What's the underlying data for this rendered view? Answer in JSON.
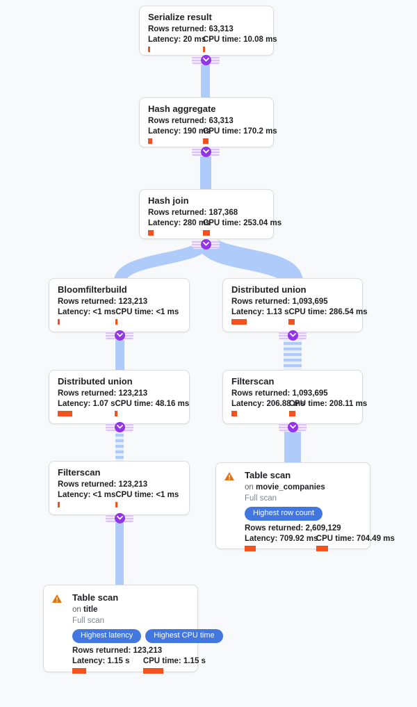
{
  "labels": {
    "rows_prefix": "Rows returned:",
    "latency_prefix": "Latency:",
    "cpu_prefix": "CPU time:",
    "on_prefix": "on",
    "full_scan": "Full scan"
  },
  "colors": {
    "background": "#f8f9fa",
    "edge_blue": "#aecbfa",
    "bar_orange": "#f4511e",
    "warning_orange": "#e8710a",
    "connector_purple": "#9334e6",
    "badge_blue": "#4377e0"
  },
  "nodes": [
    {
      "title": "Serialize result",
      "rows": "63,313",
      "latency": "20 ms",
      "cpu": "10.08 ms",
      "latency_bar": 3,
      "cpu_bar": 3
    },
    {
      "title": "Hash aggregate",
      "rows": "63,313",
      "latency": "190 ms",
      "cpu": "170.2 ms",
      "latency_bar": 6,
      "cpu_bar": 8
    },
    {
      "title": "Hash join",
      "rows": "187,368",
      "latency": "280 ms",
      "cpu": "253.04 ms",
      "latency_bar": 8,
      "cpu_bar": 10
    },
    {
      "title": "Bloomfilterbuild",
      "rows": "123,213",
      "latency": "<1 ms",
      "cpu": "<1 ms",
      "latency_bar": 3,
      "cpu_bar": 3
    },
    {
      "title": "Distributed union",
      "rows": "1,093,695",
      "latency": "1.13 s",
      "cpu": "286.54 ms",
      "latency_bar": 22,
      "cpu_bar": 9
    },
    {
      "title": "Distributed union",
      "rows": "123,213",
      "latency": "1.07 s",
      "cpu": "48.16 ms",
      "latency_bar": 21,
      "cpu_bar": 4
    },
    {
      "title": "Filterscan",
      "rows": "1,093,695",
      "latency": "206.88 ms",
      "cpu": "208.11 ms",
      "latency_bar": 8,
      "cpu_bar": 9
    },
    {
      "title": "Filterscan",
      "rows": "123,213",
      "latency": "<1 ms",
      "cpu": "<1 ms",
      "latency_bar": 3,
      "cpu_bar": 3
    },
    {
      "title": "Table scan",
      "table": "movie_companies",
      "scan_type": "Full scan",
      "badges": [
        "Highest row count"
      ],
      "rows": "2,609,129",
      "latency": "709.92 ms",
      "cpu": "704.49 ms",
      "latency_bar": 16,
      "cpu_bar": 17
    },
    {
      "title": "Table scan",
      "table": "title",
      "scan_type": "Full scan",
      "badges": [
        "Highest latency",
        "Highest CPU time"
      ],
      "rows": "123,213",
      "latency": "1.15 s",
      "cpu": "1.15 s",
      "latency_bar": 20,
      "cpu_bar": 29
    }
  ]
}
